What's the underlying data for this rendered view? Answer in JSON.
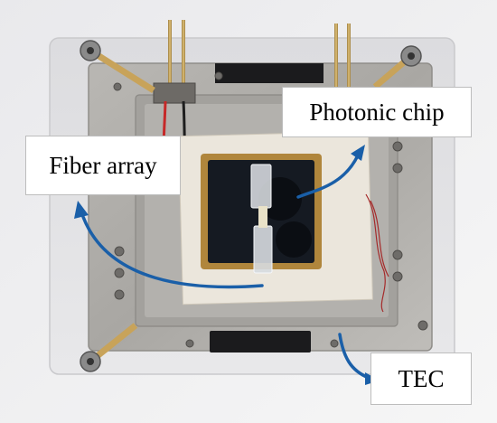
{
  "labels": {
    "photonic_chip": "Photonic chip",
    "fiber_array": "Fiber array",
    "tec": "TEC"
  },
  "colors": {
    "arrow": "#1a5fa8",
    "background": "#f0f0f0"
  }
}
